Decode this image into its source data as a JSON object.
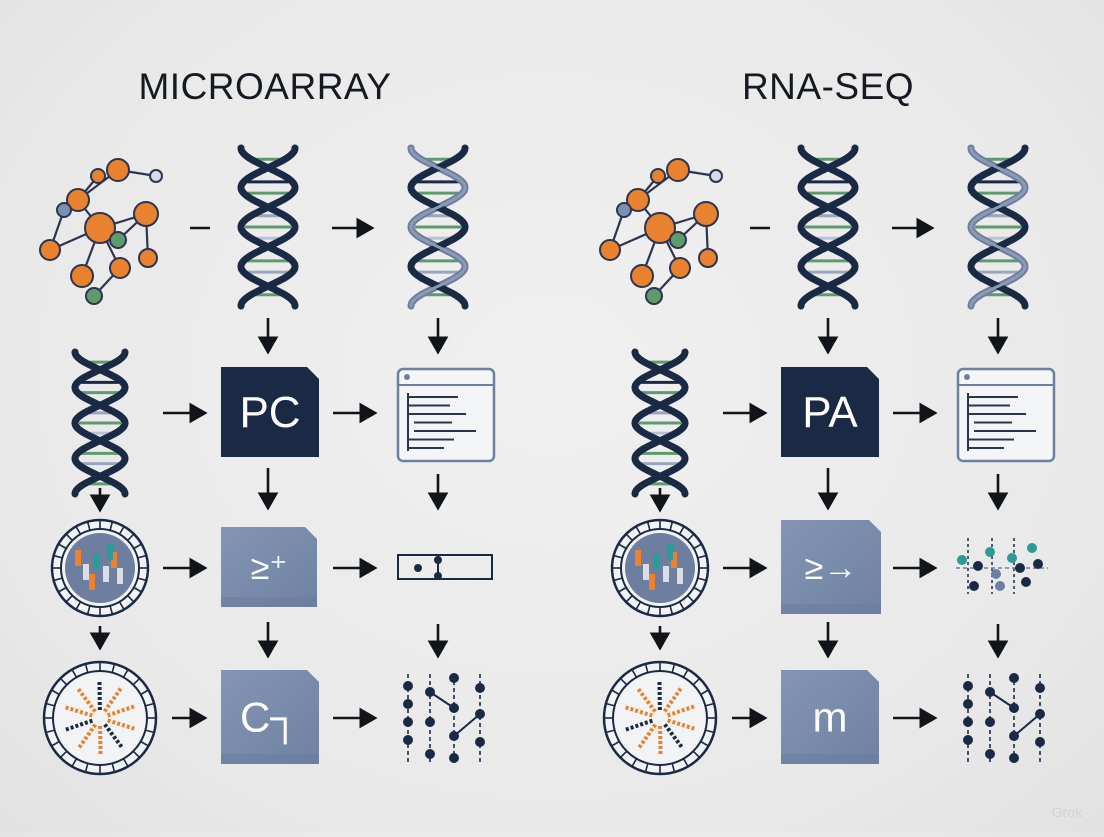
{
  "diagram": {
    "left_panel": {
      "title": "MICROARRAY",
      "box_pc_label": "PC",
      "box_sum_label": "≥⁺",
      "box_c_label": "C┐"
    },
    "right_panel": {
      "title": "RNA-SEQ",
      "box_pa_label": "PA",
      "box_sum_label": "≥→",
      "box_m_label": "m"
    }
  },
  "watermark": "Grok",
  "colors": {
    "navy": "#1b2a44",
    "slate": "#7d8fad",
    "orange": "#e8822f",
    "green": "#5f9b6a",
    "teal": "#2b9b96",
    "background": "#ececec"
  }
}
